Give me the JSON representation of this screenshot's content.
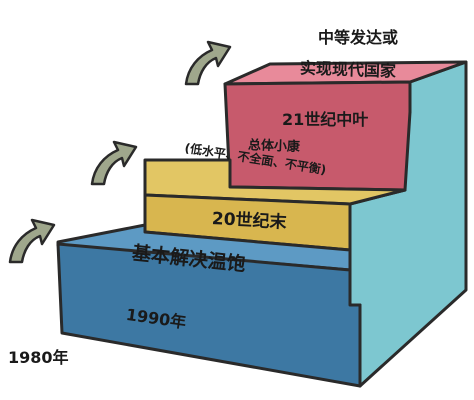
{
  "colors": {
    "step1_front": "#3d78a3",
    "step1_top": "#5d9ac4",
    "step2_front": "#d8b64f",
    "step2_top": "#e2c664",
    "step3_front": "#c75a6c",
    "step3_top": "#e88a9a",
    "side": "#7dc7d0",
    "outline": "#2a2a2a",
    "arrow": "#9fa78c"
  },
  "labels": {
    "year_1980": "1980年",
    "year_1990": "1990年",
    "basic_needs": "基本解决温饱",
    "end_20th": "20世纪末",
    "moderate_1": "总体小康",
    "moderate_2": "(低水平、不全面、不平衡)",
    "mid_21st": "21世纪中叶",
    "goal_1": "中等发达或",
    "goal_2": "实现现代国家"
  }
}
